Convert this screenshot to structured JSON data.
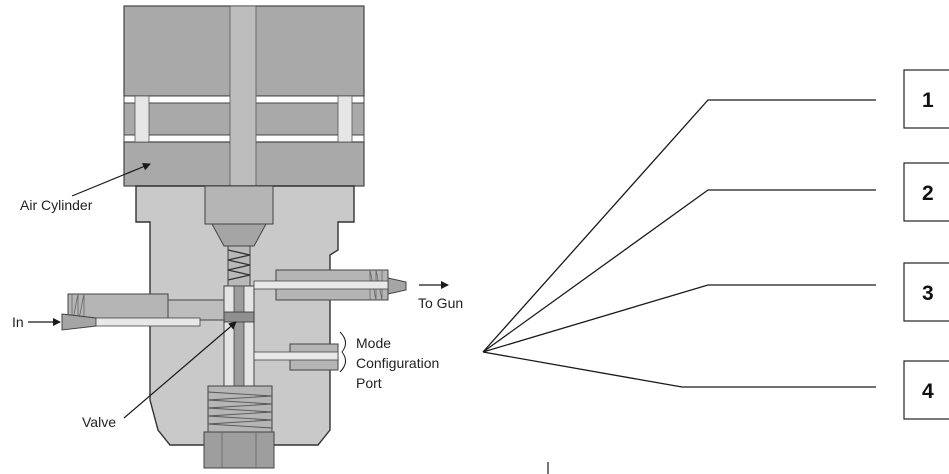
{
  "labels": {
    "air_cylinder": "Air Cylinder",
    "in": "In",
    "to_gun": "To Gun",
    "mode_1": "Mode",
    "mode_2": "Configuration",
    "mode_3": "Port",
    "valve": "Valve"
  },
  "callouts": [
    "1",
    "2",
    "3",
    "4"
  ],
  "colors": {
    "body": "#c9c9c9",
    "cylinder": "#a7a7a7",
    "outline": "#333333",
    "line": "#1a1a1a"
  }
}
